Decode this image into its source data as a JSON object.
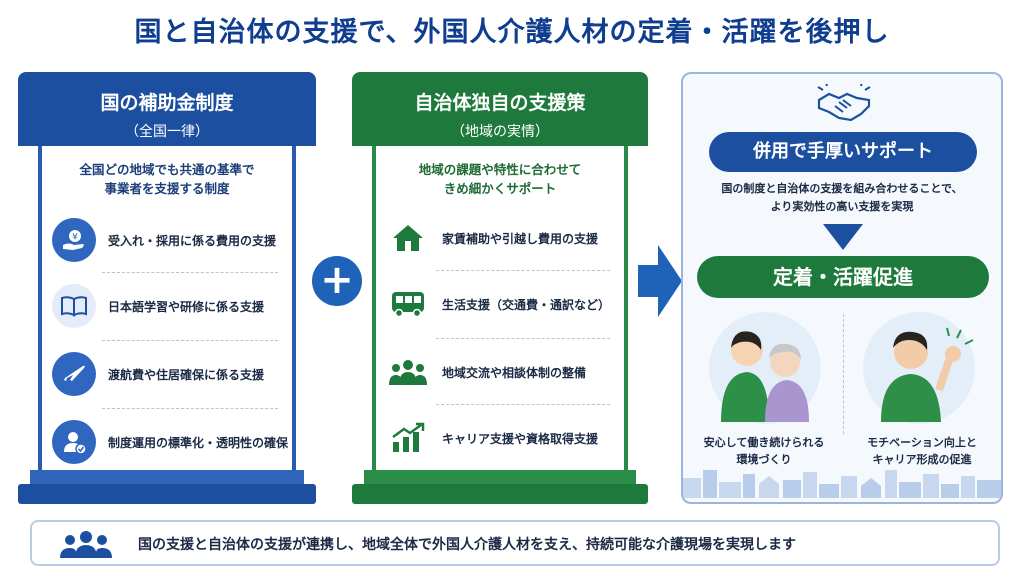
{
  "title": "国と自治体の支援で、外国人介護人材の定着・活躍を後押し",
  "national": {
    "heading": "国の補助金制度",
    "subheading": "（全国一律）",
    "lead": "全国どの地域でも共通の基準で\n事業者を支援する制度",
    "items": [
      {
        "label": "受入れ・採用に係る費用の支援",
        "icon": "yen-hand-icon"
      },
      {
        "label": "日本語学習や研修に係る支援",
        "icon": "book-icon"
      },
      {
        "label": "渡航費や住居確保に係る支援",
        "icon": "airplane-icon"
      },
      {
        "label": "制度運用の標準化・透明性の確保",
        "icon": "user-check-icon"
      }
    ]
  },
  "local": {
    "heading": "自治体独自の支援策",
    "subheading": "（地域の実情）",
    "lead": "地域の課題や特性に合わせて\nきめ細かくサポート",
    "items": [
      {
        "label": "家賃補助や引越し費用の支援",
        "icon": "house-icon"
      },
      {
        "label": "生活支援（交通費・通訳など）",
        "icon": "bus-icon"
      },
      {
        "label": "地域交流や相談体制の整備",
        "icon": "people-icon"
      },
      {
        "label": "キャリア支援や資格取得支援",
        "icon": "growth-chart-icon"
      }
    ]
  },
  "combined": {
    "pill": "併用で手厚いサポート",
    "text": "国の制度と自治体の支援を組み合わせることで、\nより実効性の高い支援を実現",
    "result": "定着・活躍促進",
    "captions": [
      "安心して働き続けられる\n環境づくり",
      "モチベーション向上と\nキャリア形成の促進"
    ]
  },
  "footer": "国の支援と自治体の支援が連携し、地域全体で外国人介護人材を支え、持続可能な介護現場を実現します",
  "colors": {
    "blue": "#1c4fa0",
    "green": "#1e7a3c",
    "accent": "#1e63b8"
  }
}
